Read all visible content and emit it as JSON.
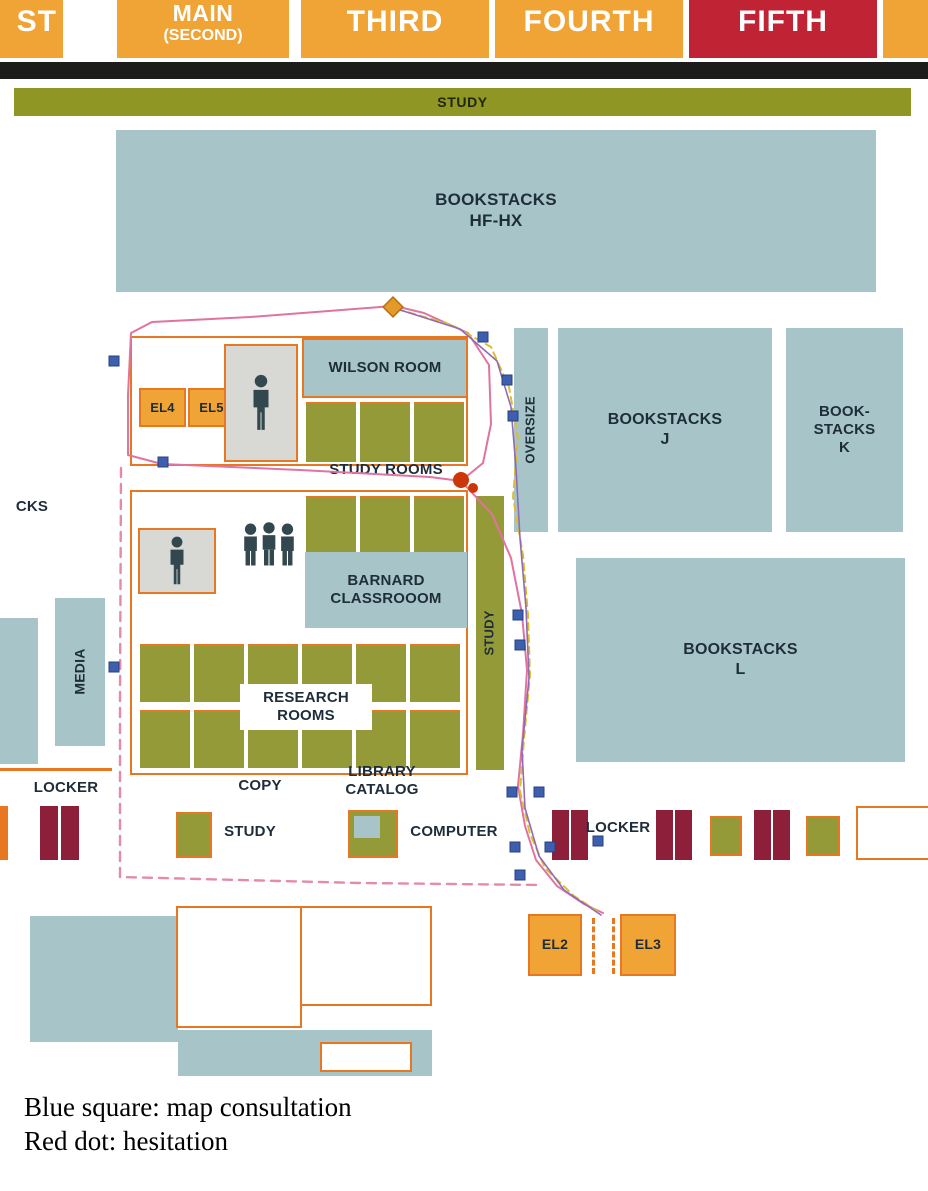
{
  "tabs": [
    {
      "label": "ST"
    },
    {
      "label": "MAIN",
      "sublabel": "(SECOND)"
    },
    {
      "label": "THIRD"
    },
    {
      "label": "FOURTH"
    },
    {
      "label": "FIFTH"
    }
  ],
  "bars": {
    "study": "STUDY"
  },
  "rooms": {
    "bookstacks_hfhx": "BOOKSTACKS\nHF-HX",
    "wilson": "WILSON ROOM",
    "study_rooms": "STUDY ROOMS",
    "barnard": "BARNARD\nCLASSROOOM",
    "research": "RESEARCH\nROOMS",
    "oversize": "OVERSIZE",
    "study_vertical": "STUDY",
    "bookstacks_j": "BOOKSTACKS\nJ",
    "bookstacks_k": "BOOK-\nSTACKS\nK",
    "bookstacks_l": "BOOKSTACKS\nL",
    "media": "MEDIA",
    "bookstacks_partial": "CKS",
    "locker_left": "LOCKER",
    "copy": "COPY",
    "library_catalog": "LIBRARY\nCATALOG",
    "study_bottom": "STUDY",
    "computer": "COMPUTER",
    "locker_right": "LOCKER",
    "el2": "EL2",
    "el3": "EL3",
    "el4": "EL4",
    "el5": "EL5"
  },
  "legend": {
    "blue_square": "Blue square: map consultation",
    "red_dot": "Red dot: hesitation"
  },
  "colors": {
    "tab_orange": "#efa435",
    "tab_active_red": "#c02334",
    "olive": "#939a37",
    "olive_bar": "#8f9623",
    "light_blue": "#a7c5c9",
    "dark_red": "#8e1f3a",
    "outline_orange": "#e87722",
    "marker_blue": "#3d5fae",
    "marker_red": "#cc3608",
    "path_pink": "#e0739f",
    "path_yellow": "#ddbe2e",
    "path_purple": "#8f6bb5",
    "path_dashed_pink": "#e58ba6"
  },
  "overlay": {
    "paths": [
      {
        "id": "pink-top",
        "color": "#e0739f",
        "w": 2,
        "dash": null,
        "pts": [
          [
            393,
            306
          ],
          [
            250,
            317
          ],
          [
            152,
            322
          ],
          [
            131,
            333
          ],
          [
            128,
            395
          ],
          [
            128,
            455
          ],
          [
            162,
            464
          ],
          [
            300,
            470
          ],
          [
            430,
            477
          ],
          [
            461,
            481
          ]
        ]
      },
      {
        "id": "pink-return",
        "color": "#e0739f",
        "w": 2,
        "dash": null,
        "pts": [
          [
            461,
            481
          ],
          [
            483,
            463
          ],
          [
            491,
            424
          ],
          [
            489,
            365
          ],
          [
            468,
            333
          ],
          [
            424,
            313
          ],
          [
            395,
            306
          ]
        ]
      },
      {
        "id": "pink-down",
        "color": "#e0739f",
        "w": 2,
        "dash": null,
        "pts": [
          [
            461,
            481
          ],
          [
            492,
            514
          ],
          [
            511,
            558
          ],
          [
            522,
            614
          ],
          [
            527,
            670
          ],
          [
            523,
            734
          ],
          [
            518,
            786
          ],
          [
            525,
            826
          ],
          [
            536,
            860
          ],
          [
            557,
            886
          ],
          [
            584,
            904
          ],
          [
            603,
            913
          ]
        ]
      },
      {
        "id": "yellow-dash",
        "color": "#ddbe2e",
        "w": 2,
        "dash": "7,5",
        "pts": [
          [
            397,
            309
          ],
          [
            452,
            325
          ],
          [
            491,
            347
          ],
          [
            509,
            387
          ],
          [
            518,
            438
          ],
          [
            513,
            497
          ],
          [
            523,
            555
          ],
          [
            528,
            615
          ],
          [
            530,
            675
          ],
          [
            524,
            739
          ],
          [
            520,
            791
          ],
          [
            530,
            834
          ],
          [
            545,
            868
          ],
          [
            574,
            896
          ],
          [
            597,
            911
          ]
        ]
      },
      {
        "id": "purple",
        "color": "#8f6bb5",
        "w": 1.6,
        "dash": null,
        "pts": [
          [
            394,
            308
          ],
          [
            460,
            329
          ],
          [
            497,
            361
          ],
          [
            511,
            407
          ],
          [
            516,
            468
          ],
          [
            520,
            538
          ],
          [
            526,
            608
          ],
          [
            529,
            678
          ],
          [
            522,
            750
          ],
          [
            525,
            808
          ],
          [
            539,
            856
          ],
          [
            564,
            890
          ],
          [
            601,
            915
          ]
        ]
      },
      {
        "id": "pink-dashed",
        "color": "#e58ba6",
        "w": 2.4,
        "dash": "9,7",
        "pts": [
          [
            121,
            468
          ],
          [
            120,
            700
          ],
          [
            120,
            877
          ],
          [
            360,
            883
          ],
          [
            540,
            885
          ]
        ]
      }
    ],
    "map_consultation_squares": [
      [
        114,
        361
      ],
      [
        163,
        462
      ],
      [
        114,
        667
      ],
      [
        483,
        337
      ],
      [
        507,
        380
      ],
      [
        513,
        416
      ],
      [
        518,
        615
      ],
      [
        520,
        645
      ],
      [
        512,
        792
      ],
      [
        539,
        792
      ],
      [
        515,
        847
      ],
      [
        550,
        847
      ],
      [
        598,
        841
      ],
      [
        520,
        875
      ]
    ],
    "hesitation_dots": [
      [
        461,
        480,
        8
      ],
      [
        473,
        488,
        5
      ]
    ],
    "start_diamond": [
      393,
      307
    ]
  }
}
